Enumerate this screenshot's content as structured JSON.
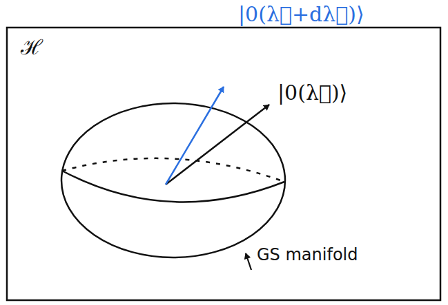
{
  "diagram": {
    "labels": [
      "ℋ",
      "|0(λ⃗+dλ⃗)⟩",
      "|0(λ⃗)⟩",
      "GS manifold"
    ]
  }
}
